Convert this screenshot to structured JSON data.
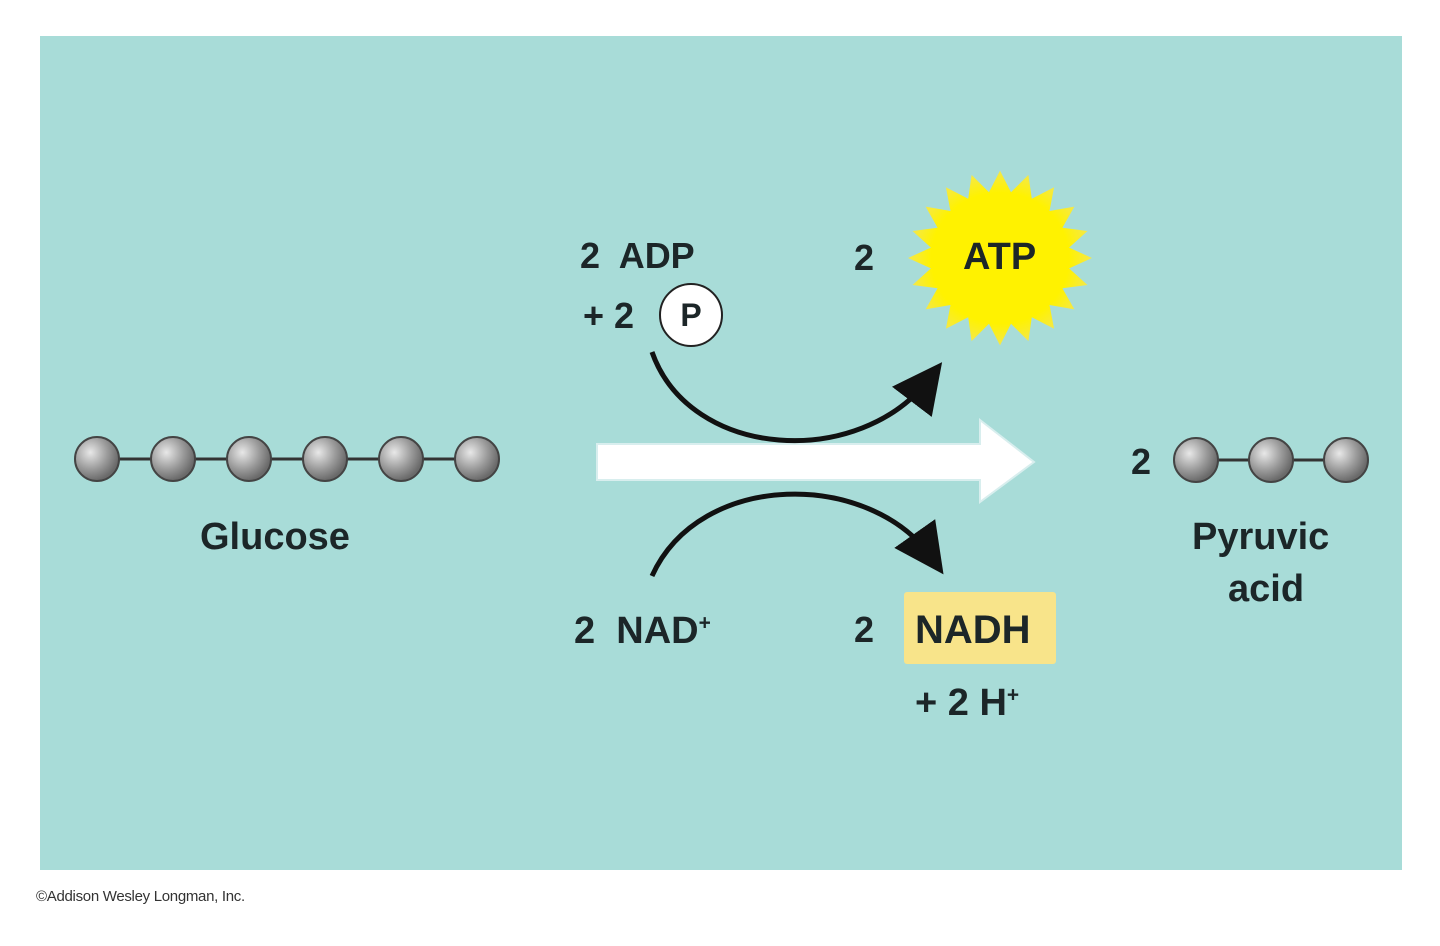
{
  "glucose": {
    "label": "Glucose",
    "carbons": 6
  },
  "pyruvic": {
    "coefficient": "2",
    "label_line1": "Pyruvic",
    "label_line2": "acid",
    "carbons": 3
  },
  "adp": {
    "line1": "2  ADP",
    "line2_prefix": "+ 2",
    "phosphate": "P"
  },
  "atp": {
    "coefficient": "2",
    "label": "ATP"
  },
  "nad": {
    "text": "2  NAD",
    "superscript": "+"
  },
  "nadh": {
    "coefficient": "2",
    "label": "NADH",
    "extra": "+ 2 H",
    "extra_superscript": "+"
  },
  "credit": "©Addison Wesley Longman, Inc.",
  "colors": {
    "background": "#a8dcd8",
    "molecule": "#9a9a9a",
    "atp_burst": "#fff200",
    "nadh_highlight": "#f8e48a",
    "main_arrow": "#ffffff"
  }
}
